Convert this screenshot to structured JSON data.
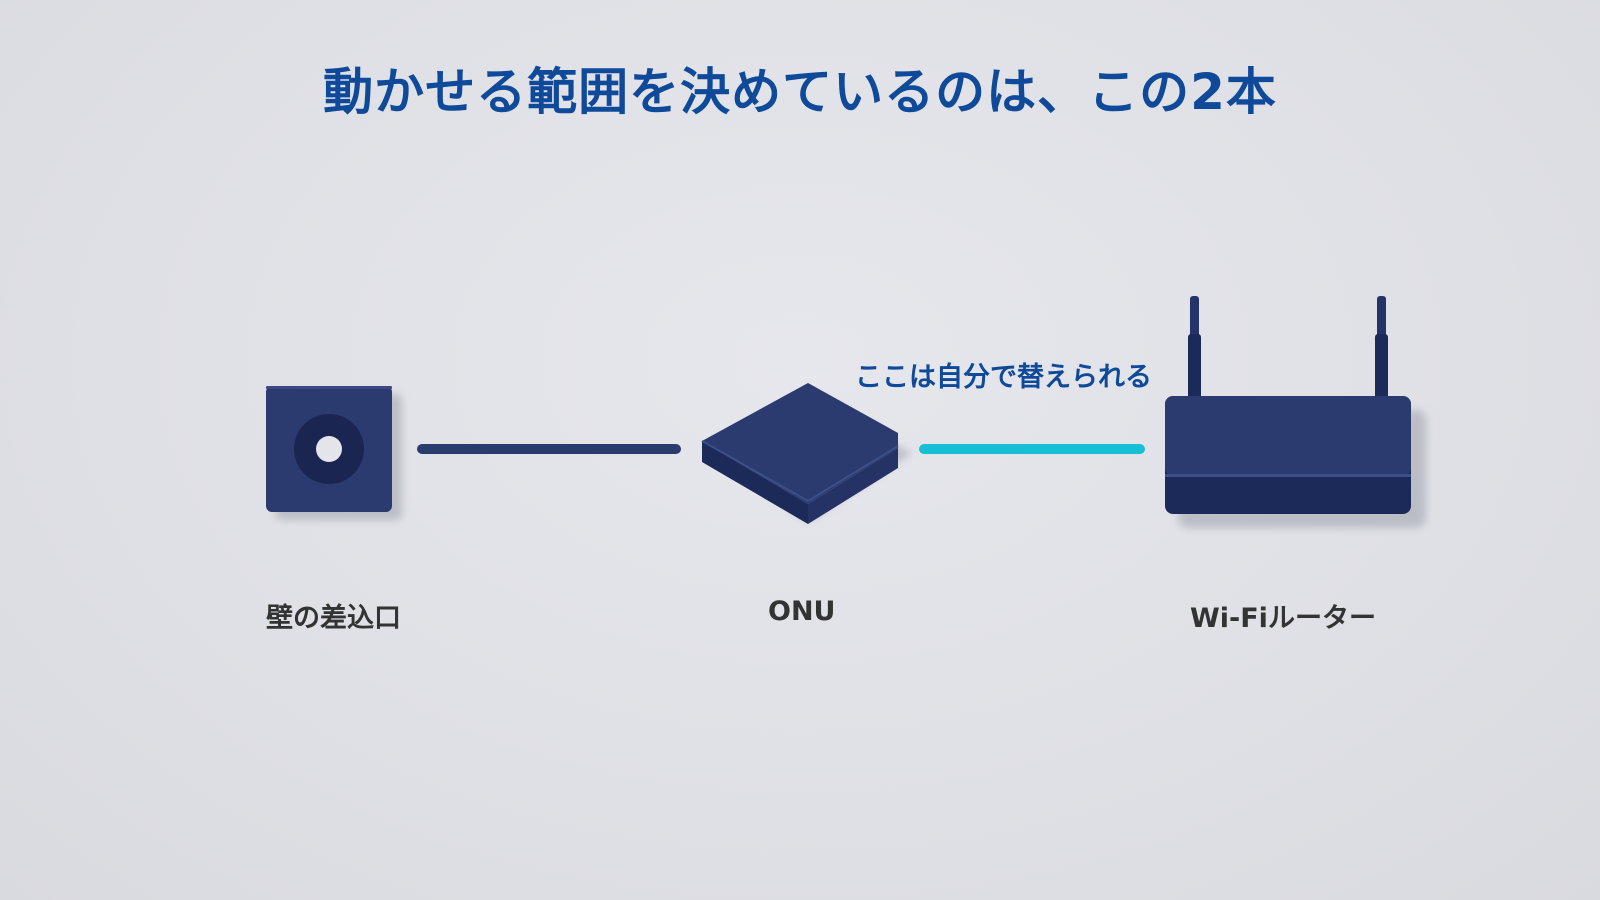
{
  "title": "動かせる範囲を決めているのは、この2本",
  "nodes": {
    "wall_outlet": {
      "label": "壁の差込口",
      "icon": "wall-socket-icon"
    },
    "onu": {
      "label": "ONU",
      "icon": "onu-device-icon"
    },
    "router": {
      "label": "Wi-Fiルーター",
      "icon": "wifi-router-icon"
    }
  },
  "cables": {
    "wall_to_onu": {
      "color": "#2a3b6e"
    },
    "onu_to_router": {
      "color": "#16bfd6",
      "note": "ここは自分で替えられる"
    }
  },
  "colors": {
    "device": "#2b3b70",
    "device_dark": "#1c2a5a",
    "title": "#0f4a9a"
  }
}
